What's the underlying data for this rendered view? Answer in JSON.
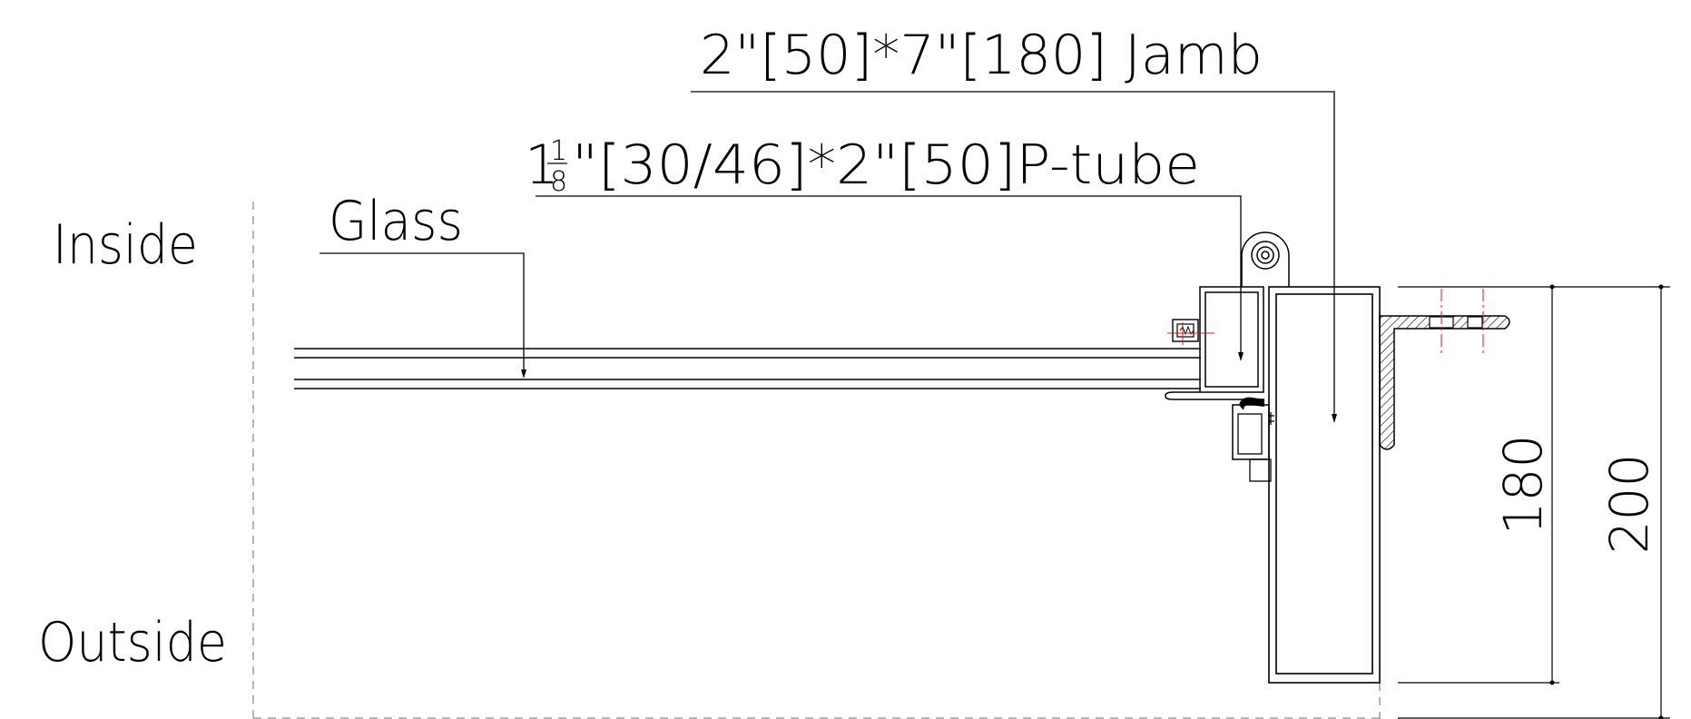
{
  "labels": {
    "inside": "Inside",
    "outside": "Outside",
    "glass": "Glass",
    "ptube_whole": "1",
    "ptube_frac_num": "1",
    "ptube_frac_den": "8",
    "ptube_rest": "\"[30/46]*2\"[50]P-tube",
    "jamb": "2\"[50]*7\"[180] Jamb"
  },
  "dimensions": {
    "inner": "180",
    "outer": "200"
  },
  "colors": {
    "line": "#000000",
    "centerline": "#e01818",
    "dashed": "#8c8c8c",
    "background": "#ffffff"
  }
}
